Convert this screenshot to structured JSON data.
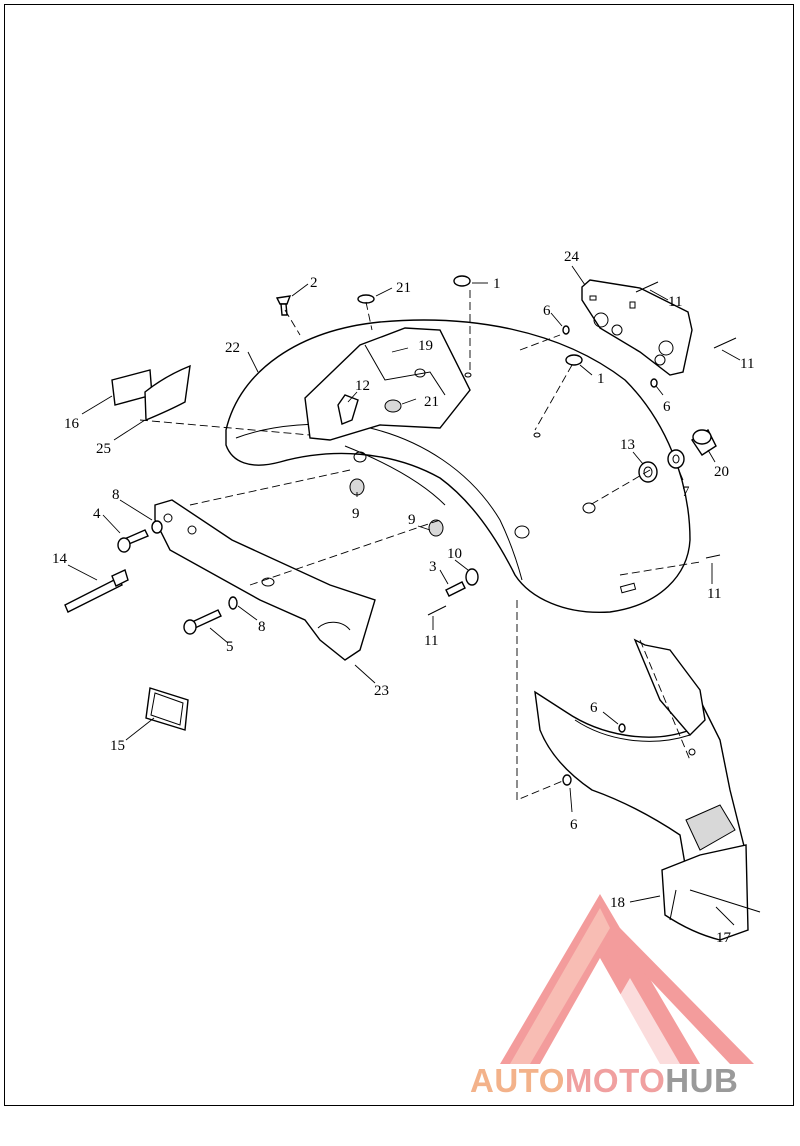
{
  "diagram": {
    "callouts": [
      "1",
      "1",
      "2",
      "3",
      "4",
      "5",
      "6",
      "6",
      "6",
      "6",
      "7",
      "8",
      "8",
      "9",
      "9",
      "10",
      "11",
      "11",
      "11",
      "11",
      "12",
      "13",
      "14",
      "15",
      "16",
      "17",
      "18",
      "19",
      "20",
      "21",
      "21",
      "22",
      "23",
      "24",
      "25"
    ]
  },
  "watermark": {
    "part1": "AUTO",
    "part2": "MOTO",
    "part3": "HUB",
    "colors": {
      "auto": "#f3b28a",
      "moto": "#f0a0a0",
      "hub": "#9a9a9a",
      "logo": "#f28b8b"
    }
  }
}
